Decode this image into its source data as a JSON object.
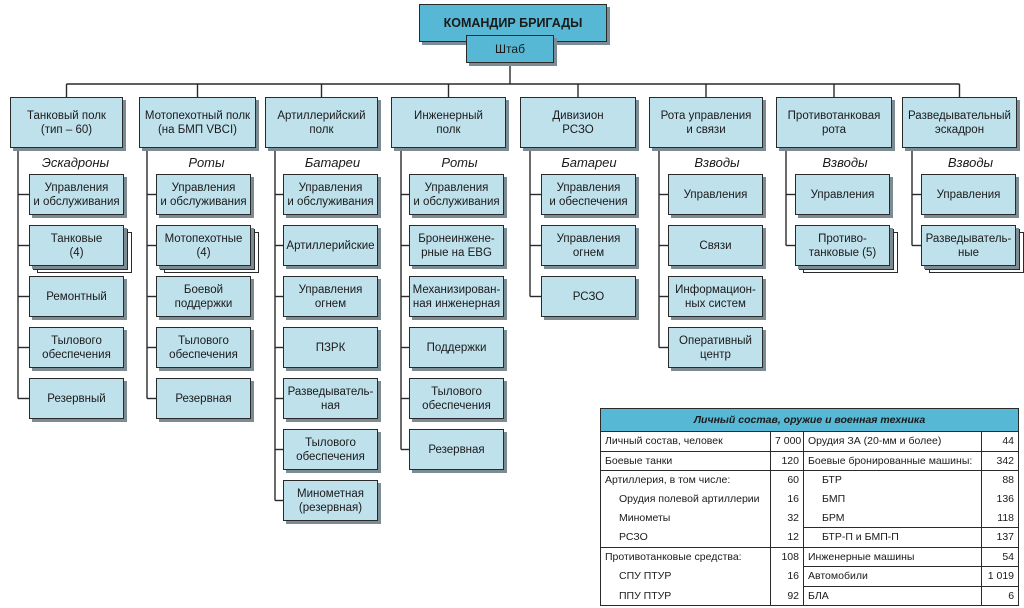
{
  "commander": "КОМАНДИР БРИГАДЫ",
  "hq": "Штаб",
  "units": [
    {
      "name": "Танковый полк\n(тип – 60)",
      "category": "Эскадроны",
      "subunits": [
        "Управления\nи обслуживания",
        "Танковые\n(4)",
        "Ремонтный",
        "Тылового\nобеспечения",
        "Резервный"
      ]
    },
    {
      "name": "Мотопехотный полк\n(на БМП VBCI)",
      "category": "Роты",
      "subunits": [
        "Управления\nи обслуживания",
        "Мотопехотные\n(4)",
        "Боевой\nподдержки",
        "Тылового\nобеспечения",
        "Резервная"
      ]
    },
    {
      "name": "Артиллерийский\nполк",
      "category": "Батареи",
      "subunits": [
        "Управления\nи обслуживания",
        "Артиллерийские",
        "Управления\nогнем",
        "ПЗРК",
        "Разведыватель-\nная",
        "Тылового\nобеспечения",
        "Минометная\n(резервная)"
      ]
    },
    {
      "name": "Инженерный\nполк",
      "category": "Роты",
      "subunits": [
        "Управления\nи обслуживания",
        "Бронеинжене-\nрные на EBG",
        "Механизирован-\nная инженерная",
        "Поддержки",
        "Тылового\nобеспечения",
        "Резервная"
      ]
    },
    {
      "name": "Дивизион\nРСЗО",
      "category": "Батареи",
      "subunits": [
        "Управления\nи обеспечения",
        "Управления\nогнем",
        "РСЗО"
      ]
    },
    {
      "name": "Рота управления\nи связи",
      "category": "Взводы",
      "subunits": [
        "Управления",
        "Связи",
        "Информацион-\nных систем",
        "Оперативный\nцентр"
      ]
    },
    {
      "name": "Противотанковая\nрота",
      "category": "Взводы",
      "subunits": [
        "Управления",
        "Противо-\nтанковые (5)"
      ]
    },
    {
      "name": "Разведывательный\nэскадрон",
      "category": "Взводы",
      "subunits": [
        "Управления",
        "Разведыватель-\nные"
      ]
    }
  ],
  "table": {
    "title": "Личный состав, оружие и военная техника",
    "rows": [
      {
        "l": "Личный состав, человек",
        "lv": "7 000",
        "r": "Орудия ЗА (20-мм и более)",
        "rv": "44"
      },
      {
        "l": "Боевые танки",
        "lv": "120",
        "r": "Боевые бронированные машины:",
        "rv": "342"
      },
      {
        "l": "Артиллерия, в том числе:",
        "lv": "60",
        "r": "БТР",
        "rv": "88"
      },
      {
        "l": "Орудия полевой артиллерии",
        "lv": "16",
        "r": "БМП",
        "rv": "136"
      },
      {
        "l": "Минометы",
        "lv": "32",
        "r": "БРМ",
        "rv": "118"
      },
      {
        "l": "РСЗО",
        "lv": "12",
        "r": "БТР-П и БМП-П",
        "rv": "137"
      },
      {
        "l": "Противотанковые средства:",
        "lv": "108",
        "r": "Инженерные машины",
        "rv": "54"
      },
      {
        "l": "СПУ ПТУР",
        "lv": "16",
        "r": "Автомобили",
        "rv": "1 019"
      },
      {
        "l": "ППУ ПТУР",
        "lv": "92",
        "r": "БЛА",
        "rv": "6"
      }
    ]
  }
}
